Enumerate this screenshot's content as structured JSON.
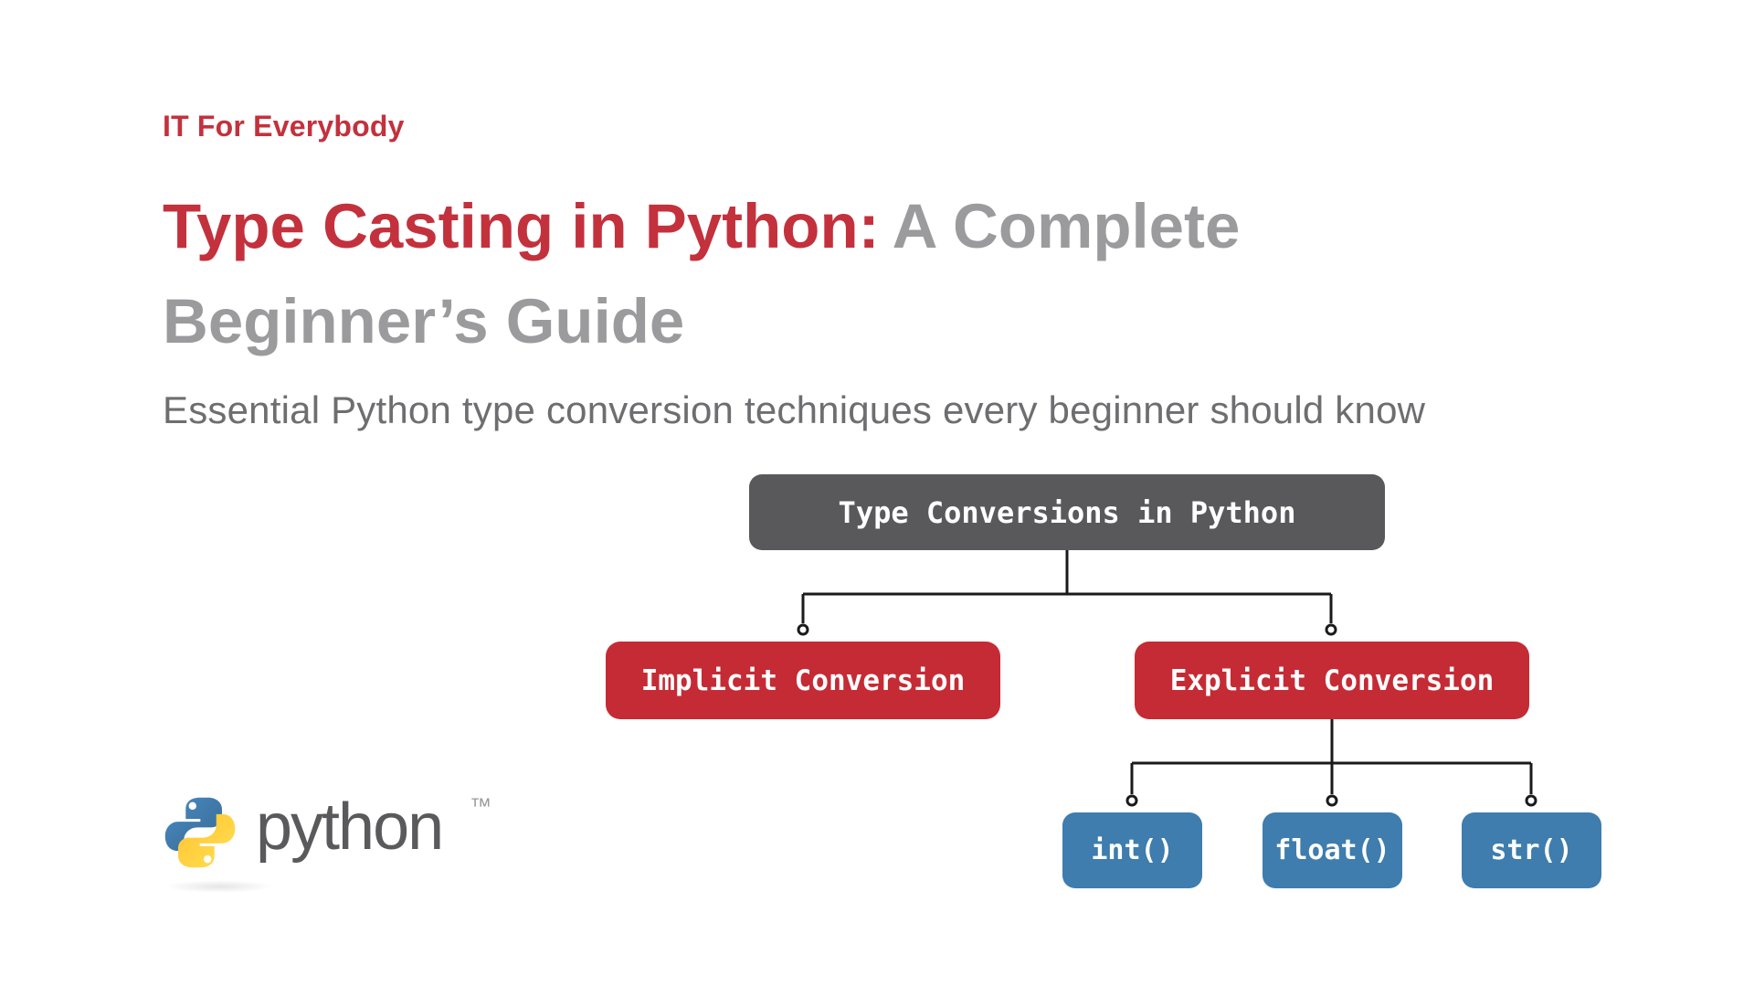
{
  "page": {
    "background": "#ffffff"
  },
  "header": {
    "eyebrow": "IT For Everybody",
    "title_accent": "Type Casting in Python:",
    "title_rest": "A Complete",
    "title_line2": "Beginner’s Guide",
    "subtitle": "Essential Python type conversion techniques every beginner should know"
  },
  "diagram": {
    "root": {
      "label": "Type Conversions in Python"
    },
    "level1": [
      {
        "label": "Implicit Conversion"
      },
      {
        "label": "Explicit Conversion"
      }
    ],
    "level2": [
      {
        "label": "int()"
      },
      {
        "label": "float()"
      },
      {
        "label": "str()"
      }
    ]
  },
  "branding": {
    "wordmark": "python",
    "trademark": "™"
  },
  "colors": {
    "accent_red": "#c3313d",
    "box_red": "#c52b35",
    "box_gray": "#59595b",
    "box_blue": "#3e7dad",
    "title_gray": "#9b9b9d",
    "subtitle_gray": "#6e6e70",
    "connector": "#1a1a1a",
    "python_blue": "#387eb8",
    "python_yellow": "#ffd845"
  }
}
